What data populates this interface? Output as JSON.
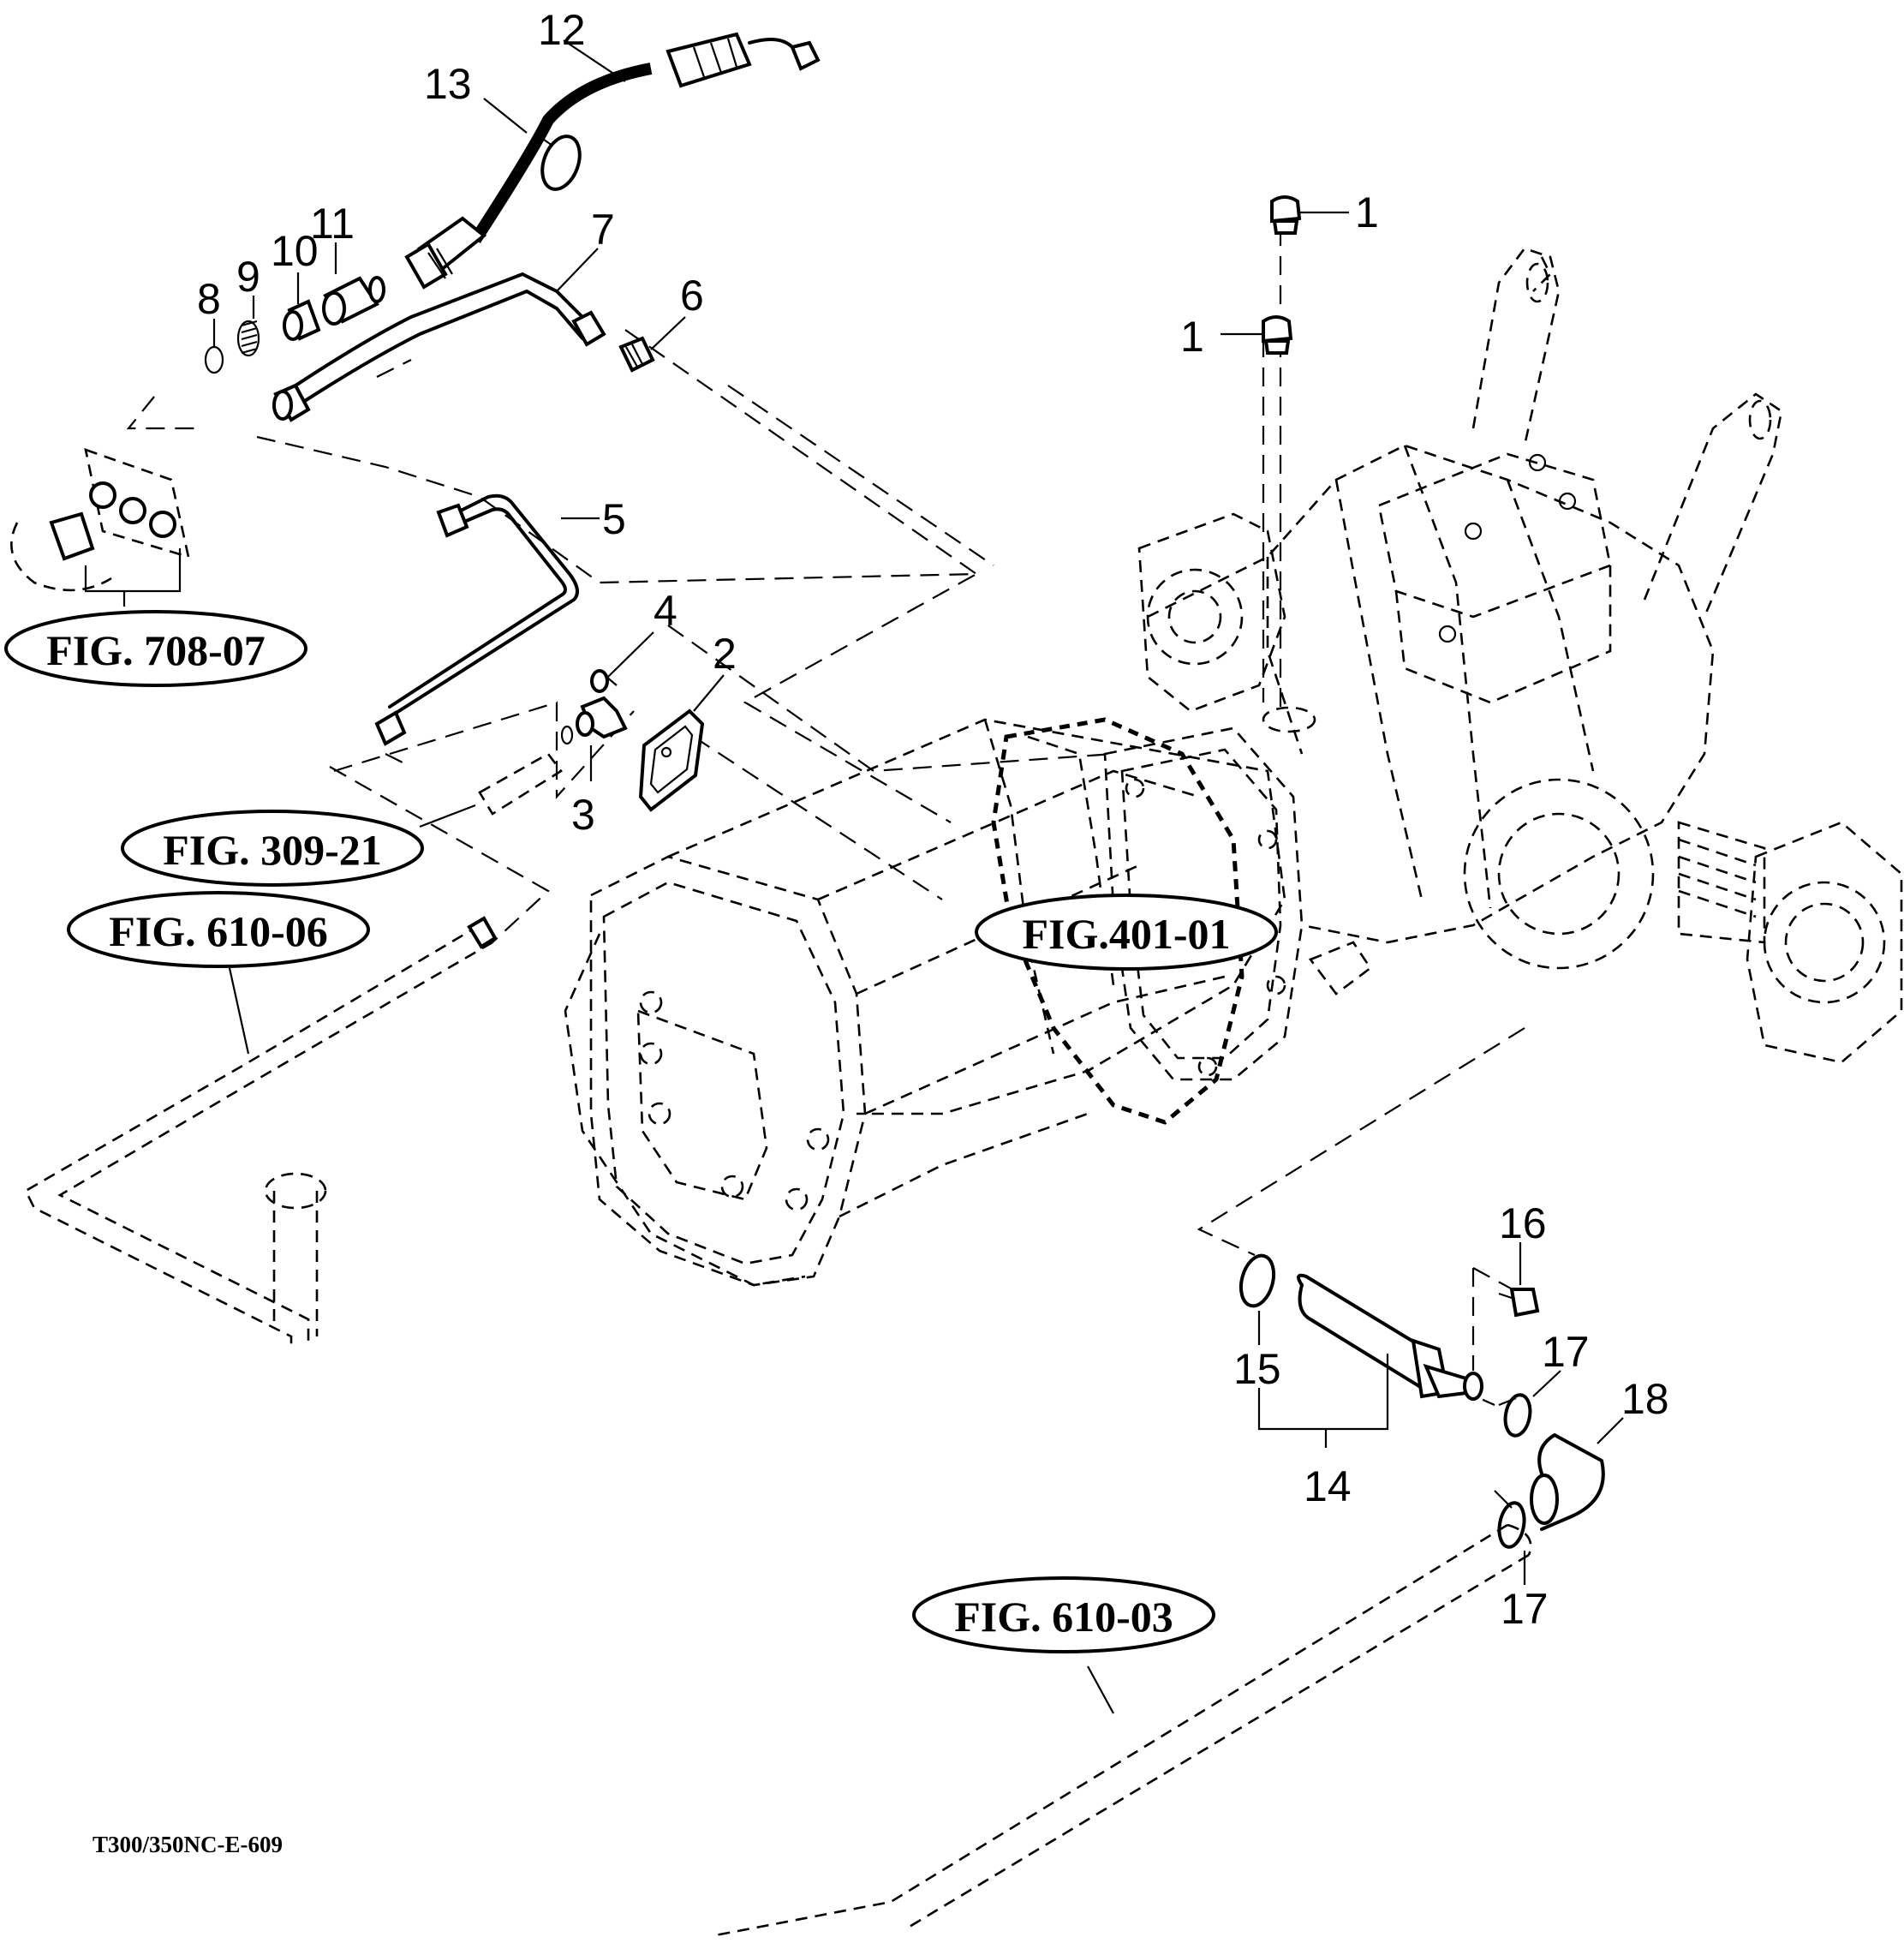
{
  "drawing": {
    "title_code": "T300/350NC-E-609",
    "colors": {
      "line": "#000000",
      "background": "#ffffff"
    }
  },
  "callouts": [
    {
      "id": "1a",
      "label": "1",
      "part": "plug"
    },
    {
      "id": "1b",
      "label": "1",
      "part": "plug"
    },
    {
      "id": "2",
      "label": "2",
      "part": "cover plate"
    },
    {
      "id": "3",
      "label": "3",
      "part": "elbow fitting"
    },
    {
      "id": "4",
      "label": "4",
      "part": "bolt"
    },
    {
      "id": "5",
      "label": "5",
      "part": "pipe"
    },
    {
      "id": "6",
      "label": "6",
      "part": "adaptor"
    },
    {
      "id": "7",
      "label": "7",
      "part": "pipe"
    },
    {
      "id": "8",
      "label": "8",
      "part": "o-ring"
    },
    {
      "id": "9",
      "label": "9",
      "part": "spring"
    },
    {
      "id": "10",
      "label": "10",
      "part": "valve"
    },
    {
      "id": "11",
      "label": "11",
      "part": "adaptor"
    },
    {
      "id": "12",
      "label": "12",
      "part": "hose"
    },
    {
      "id": "13",
      "label": "13",
      "part": "clamp"
    },
    {
      "id": "14",
      "label": "14",
      "part": "tube assembly"
    },
    {
      "id": "15",
      "label": "15",
      "part": "o-ring"
    },
    {
      "id": "16",
      "label": "16",
      "part": "bolt"
    },
    {
      "id": "17a",
      "label": "17",
      "part": "hose clamp"
    },
    {
      "id": "17b",
      "label": "17",
      "part": "hose clamp"
    },
    {
      "id": "18",
      "label": "18",
      "part": "hose"
    }
  ],
  "figure_references": [
    {
      "id": "fig-708-07",
      "label": "FIG. 708-07"
    },
    {
      "id": "fig-309-21",
      "label": "FIG. 309-21"
    },
    {
      "id": "fig-610-06",
      "label": "FIG. 610-06"
    },
    {
      "id": "fig-401-01",
      "label": "FIG.401-01"
    },
    {
      "id": "fig-610-03",
      "label": "FIG. 610-03"
    }
  ]
}
